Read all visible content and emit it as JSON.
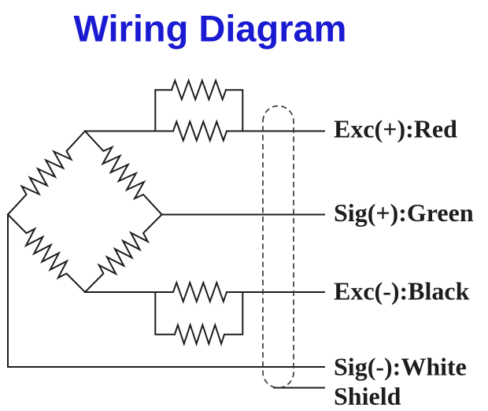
{
  "title": {
    "text": "Wiring Diagram",
    "color": "#1a1ad2"
  },
  "wire_labels": {
    "exc_plus": "Exc(+):Red",
    "sig_plus": "Sig(+):Green",
    "exc_minus": "Exc(-):Black",
    "sig_minus": "Sig(-):White",
    "shield": "Shield"
  },
  "colors": {
    "wire": "#1d1d1d",
    "label": "#1d1d1d",
    "cable_outline": "#3a3a3a"
  }
}
